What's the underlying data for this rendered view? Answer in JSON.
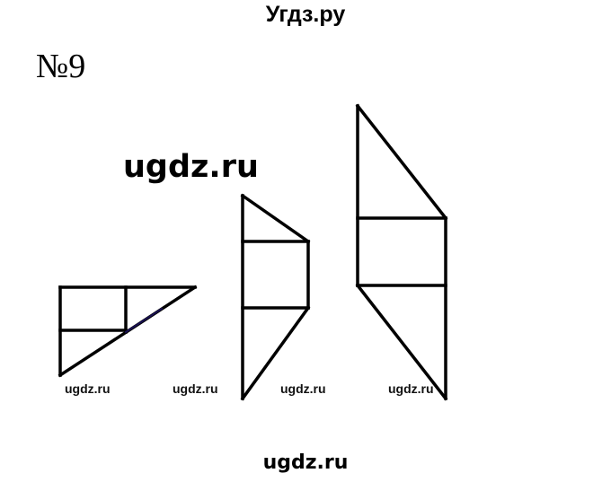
{
  "header": {
    "site_title": "Угдз.ру"
  },
  "task": {
    "number_label": "№9"
  },
  "watermarks": {
    "center": "ugdz.ru",
    "small": [
      "ugdz.ru",
      "ugdz.ru",
      "ugdz.ru",
      "ugdz.ru"
    ],
    "bottom": "ugdz.ru"
  },
  "figures": [
    {
      "name": "right-triangle-split",
      "description": "Right triangle with horizontal mid-line and vertical line forming a rectangle"
    },
    {
      "name": "trapezoid-small",
      "description": "Small triangle on top, square middle, triangle bottom"
    },
    {
      "name": "trapezoid-large",
      "description": "Large triangle on top, rectangle middle, triangle bottom"
    }
  ],
  "colors": {
    "stroke": "#000000",
    "accent_tint": "#2a1a8a"
  }
}
